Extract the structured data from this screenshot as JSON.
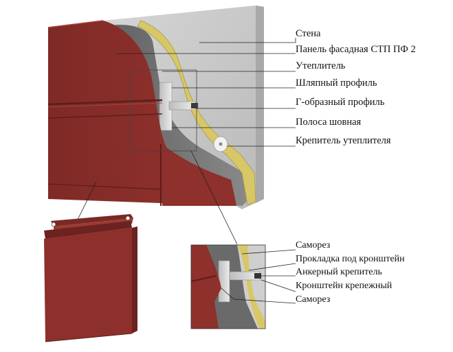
{
  "labels": {
    "wall": "Стена",
    "facade_panel": "Панель фасадная СТП ПФ 2",
    "insulation": "Утеплитель",
    "hat_profile": "Шляпный профиль",
    "g_profile": "Г-образный профиль",
    "seam_strip": "Полоса шовная",
    "insulation_fastener": "Крепитель утеплителя"
  },
  "detail_labels": {
    "screw_top": "Саморез",
    "bracket_gasket": "Прокладка под кронштейн",
    "anchor_fastener": "Анкерный крепитель",
    "mounting_bracket": "Кронштейн крепежный",
    "screw_bottom": "Саморез"
  },
  "colors": {
    "panel": "#8b2e2a",
    "panel_dark": "#6e2320",
    "panel_light": "#9a3a34",
    "wall": "#c9c9c9",
    "insulation_gray": "#6f6f6f",
    "insulation_yellow": "#d9c96a",
    "metal": "#d8d8d8"
  }
}
